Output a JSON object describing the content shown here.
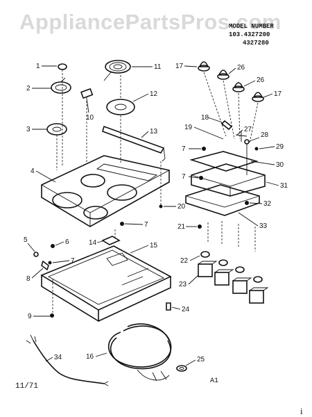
{
  "watermark": "AppliancePartsPros.com",
  "header": {
    "line1": "MODEL NUMBER",
    "line2": "103.4327200",
    "line3": "4327280"
  },
  "callouts": [
    "1",
    "2",
    "3",
    "4",
    "5",
    "6",
    "7",
    "8",
    "9",
    "10",
    "11",
    "12",
    "13",
    "14",
    "15",
    "16",
    "17",
    "18",
    "19",
    "20",
    "21",
    "22",
    "23",
    "24",
    "25",
    "26",
    "27",
    "28",
    "29",
    "30",
    "31",
    "32",
    "33",
    "34"
  ],
  "footer": {
    "date_code": "11/71",
    "page_code": "A1",
    "corner_mark": "i"
  }
}
